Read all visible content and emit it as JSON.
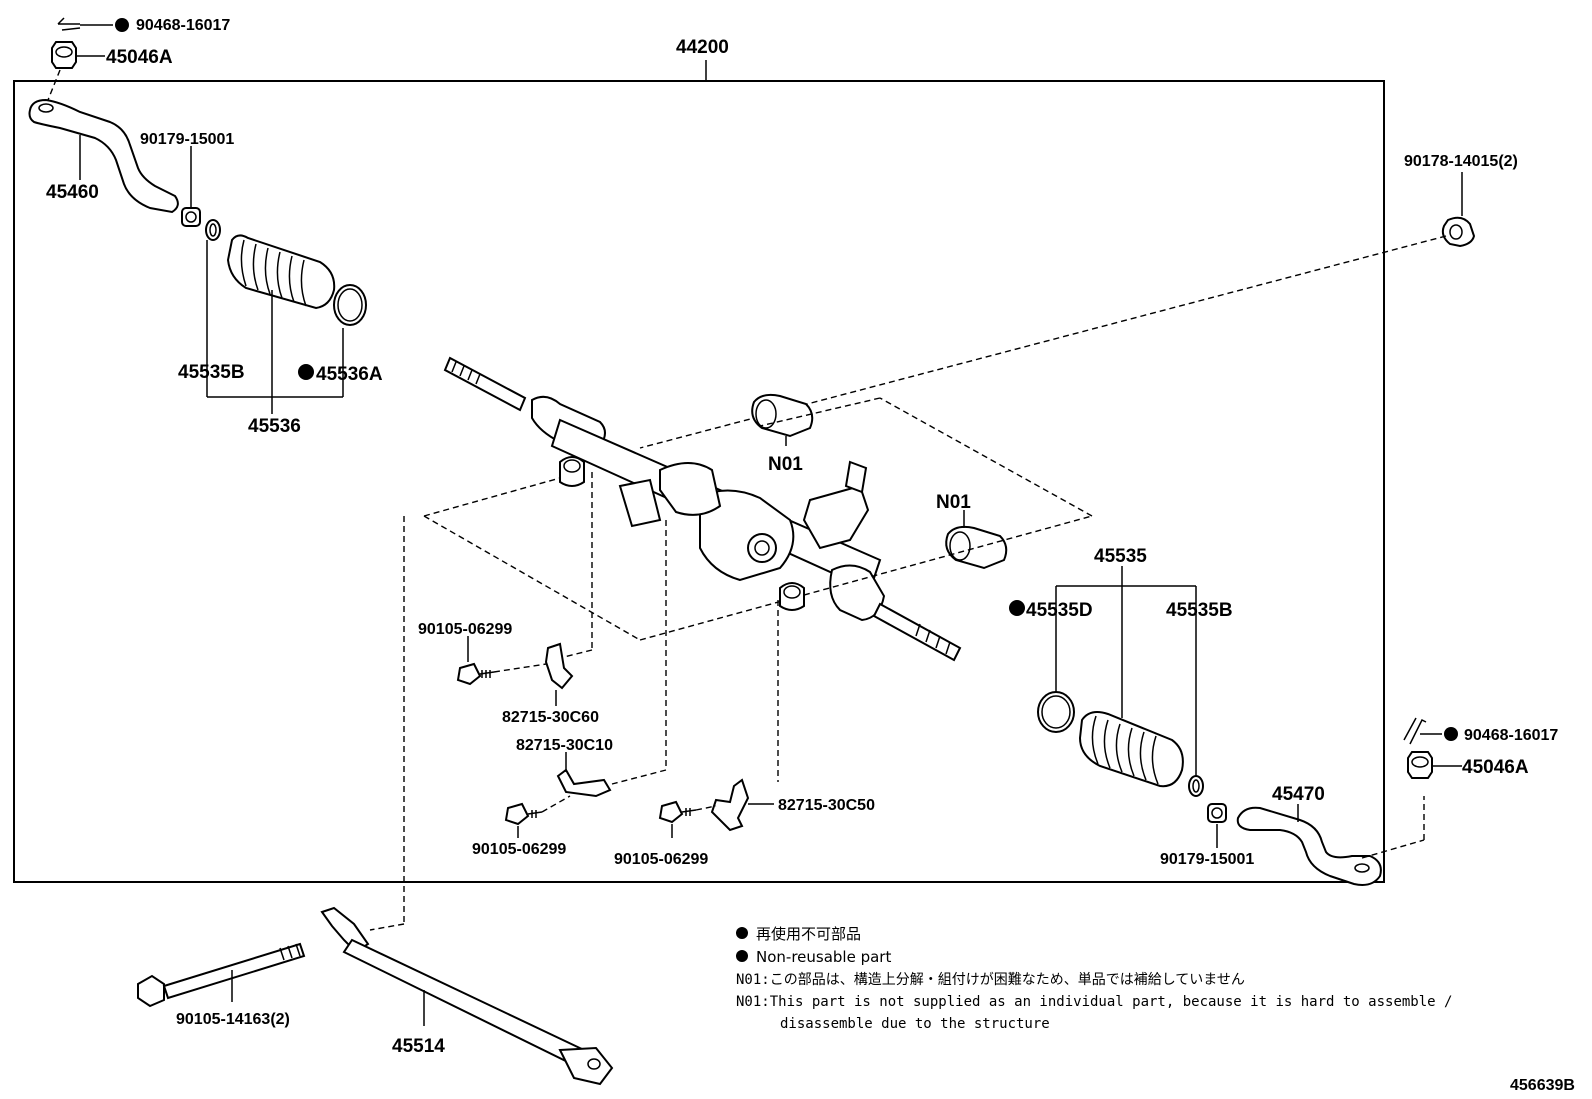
{
  "labels": {
    "assembly": "44200",
    "cotter_pin_left": "90468-16017",
    "nut_left": "45046A",
    "tie_rod_end_left": "45460",
    "clamp_left": "90179-15001",
    "clip_left": "45535B",
    "boot_clamp_left": "45536A",
    "boot_set_left": "45536",
    "grommet_right": "90178-14015(2)",
    "bushing_upper": "N01",
    "bushing_lower": "N01",
    "boot_set_right": "45535",
    "boot_clamp_right": "45535D",
    "clip_right": "45535B",
    "bolt_1": "90105-06299",
    "bracket_1": "82715-30C60",
    "bracket_2": "82715-30C10",
    "bolt_2": "90105-06299",
    "bolt_3": "90105-06299",
    "bracket_3": "82715-30C50",
    "cotter_pin_right": "90468-16017",
    "nut_right": "45046A",
    "tie_rod_end_right": "45470",
    "clamp_right": "90179-15001",
    "long_bolt": "90105-14163(2)",
    "stabilizer_bar": "45514"
  },
  "legend": {
    "jp_nonreusable": "再使用不可部品",
    "en_nonreusable": "Non-reusable part",
    "jp_n01": "N01:この部品は、構造上分解・組付けが困難なため、単品では補給していません",
    "en_n01_line1": "N01:This part is not supplied as an individual part, because it is hard to assemble /",
    "en_n01_line2": "disassemble due to the structure"
  },
  "figure_id": "456639B"
}
